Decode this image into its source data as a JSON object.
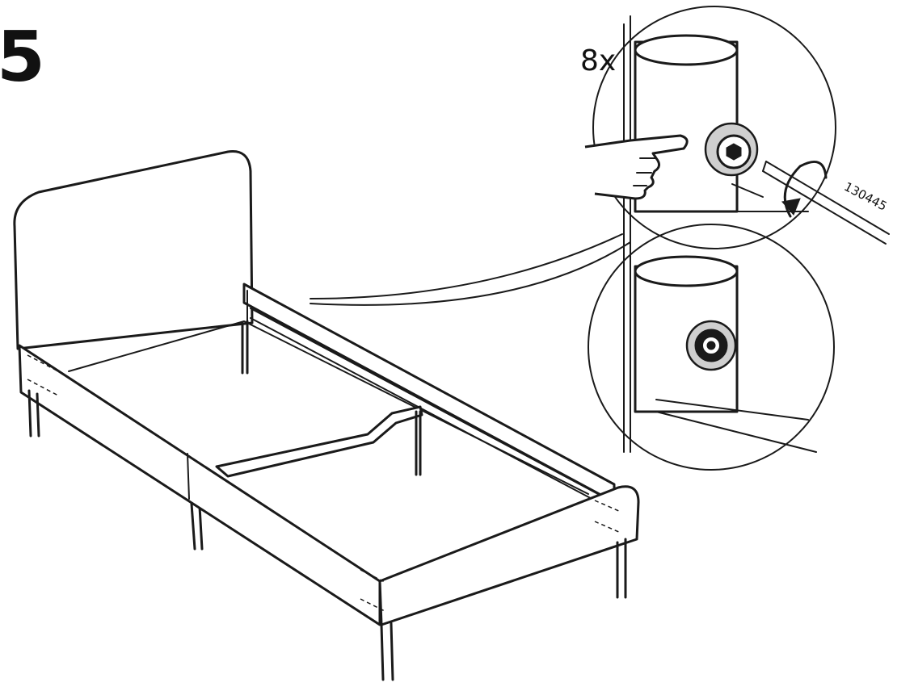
{
  "step": {
    "number": "5"
  },
  "detail": {
    "quantity": "8x",
    "tool_code": "130445"
  },
  "colors": {
    "line": "#1a1a1a",
    "background": "#ffffff",
    "bolt_fill": "#cfcfcf"
  },
  "icons": {
    "pointing_hand": "pointing-hand-icon",
    "rotation_arrow": "clockwise-arrow-icon",
    "hex_key": "allen-key-icon"
  }
}
